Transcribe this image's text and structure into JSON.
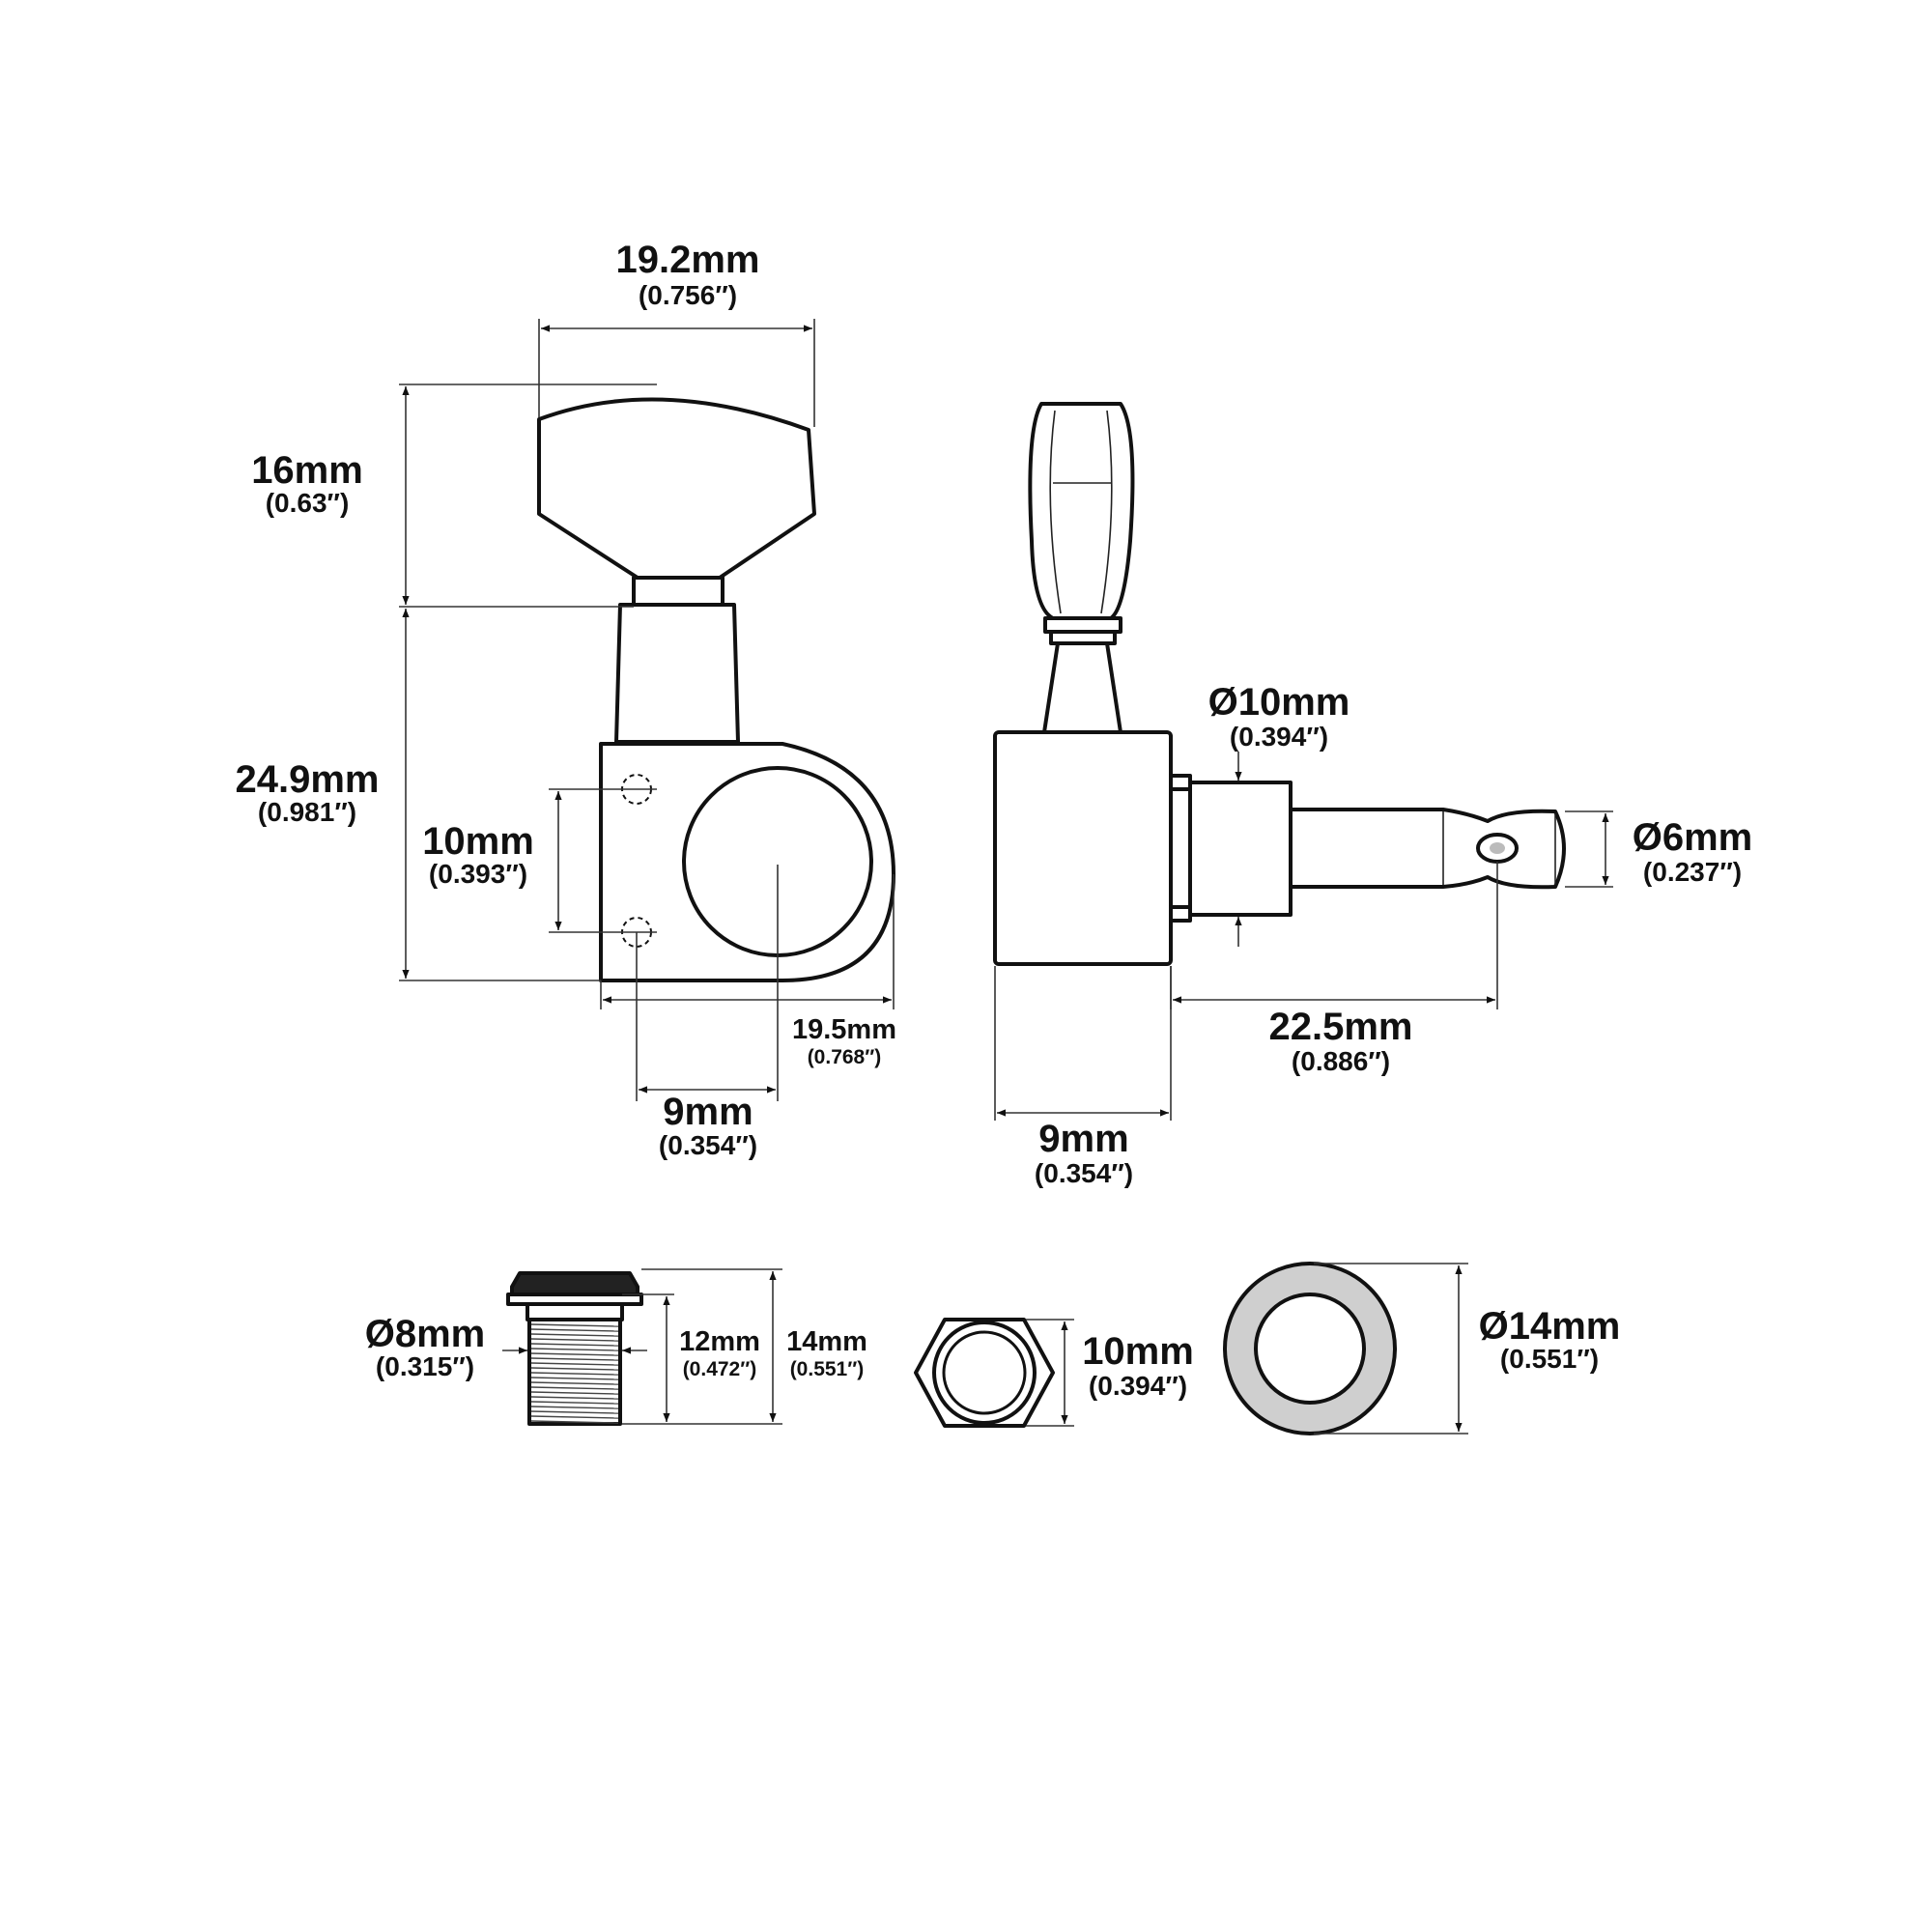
{
  "tuner": {
    "button_width": {
      "mm": "19.2mm",
      "inch": "(0.756″)"
    },
    "button_height": {
      "mm": "16mm",
      "inch": "(0.63″)"
    },
    "body_height": {
      "mm": "24.9mm",
      "inch": "(0.981″)"
    },
    "screw_spacing": {
      "mm": "10mm",
      "inch": "(0.393″)"
    },
    "body_width": {
      "mm": "19.5mm",
      "inch": "(0.768″)"
    },
    "screw_to_post": {
      "mm": "9mm",
      "inch": "(0.354″)"
    },
    "bushing_dia": {
      "mm": "Ø10mm",
      "inch": "(0.394″)"
    },
    "post_dia": {
      "mm": "Ø6mm",
      "inch": "(0.237″)"
    },
    "post_length": {
      "mm": "22.5mm",
      "inch": "(0.886″)"
    },
    "body_depth": {
      "mm": "9mm",
      "inch": "(0.354″)"
    }
  },
  "hardware": {
    "bushing_thread_dia": {
      "mm": "Ø8mm",
      "inch": "(0.315″)"
    },
    "bushing_thread_len": {
      "mm": "12mm",
      "inch": "(0.472″)"
    },
    "bushing_total_len": {
      "mm": "14mm",
      "inch": "(0.551″)"
    },
    "nut_size": {
      "mm": "10mm",
      "inch": "(0.394″)"
    },
    "washer_dia": {
      "mm": "Ø14mm",
      "inch": "(0.551″)"
    }
  }
}
